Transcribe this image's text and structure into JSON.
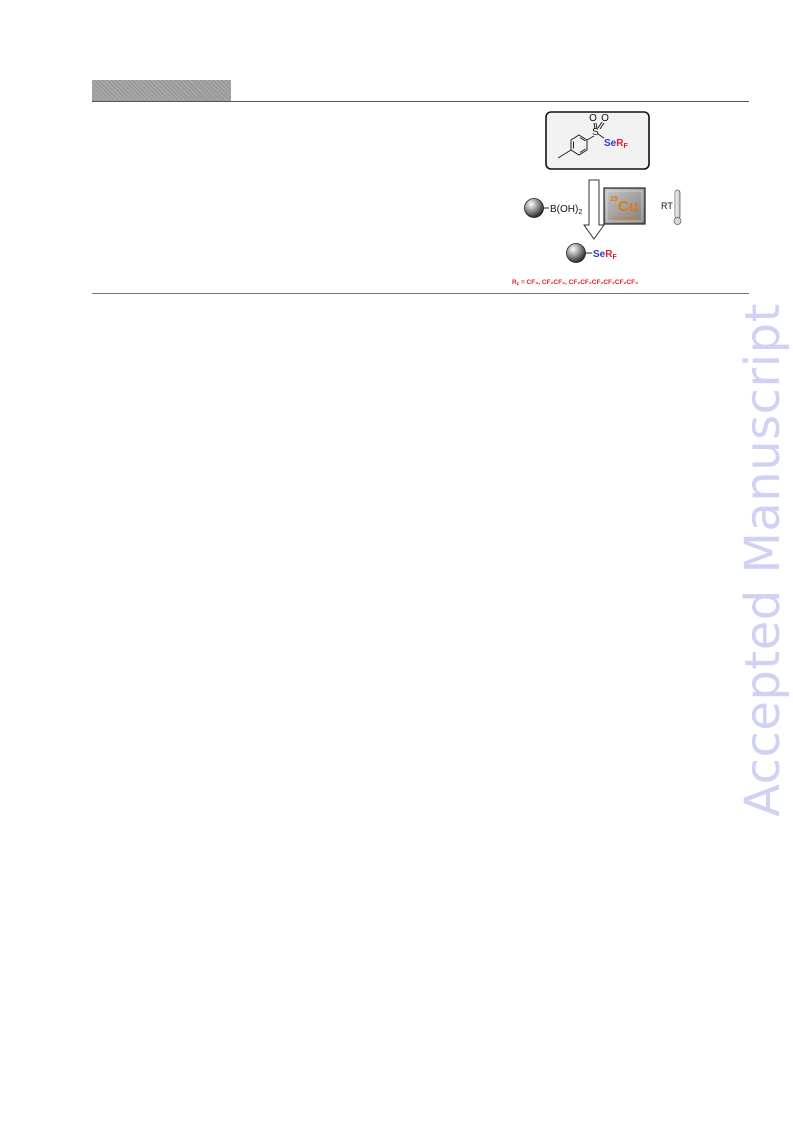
{
  "scheme": {
    "reagent": {
      "se_label": "Se",
      "rf_label": "R",
      "rf_sub": "F",
      "oxygen": "O",
      "sulfur": "S"
    },
    "boronic_acid": "B(OH)",
    "boronic_acid_sub": "2",
    "catalyst": {
      "mass_number": "29",
      "symbol": "Cu",
      "loading": "(10 mol%)"
    },
    "condition": "RT",
    "product": {
      "se_label": "Se",
      "rf_label": "R",
      "rf_sub": "F"
    },
    "rf_definition": {
      "lhs": "R",
      "lhs_sub": "F",
      "rhs": "= CF₃, CF₂CF₃, CF₂CF₂CF₂CF₂CF₂CF₃"
    }
  },
  "watermark": "Accepted Manuscript",
  "colors": {
    "selenium": "#2a3bd6",
    "rf": "#e0202a",
    "catalyst_text": "#e07a10",
    "watermark": "#cfd2f3"
  }
}
